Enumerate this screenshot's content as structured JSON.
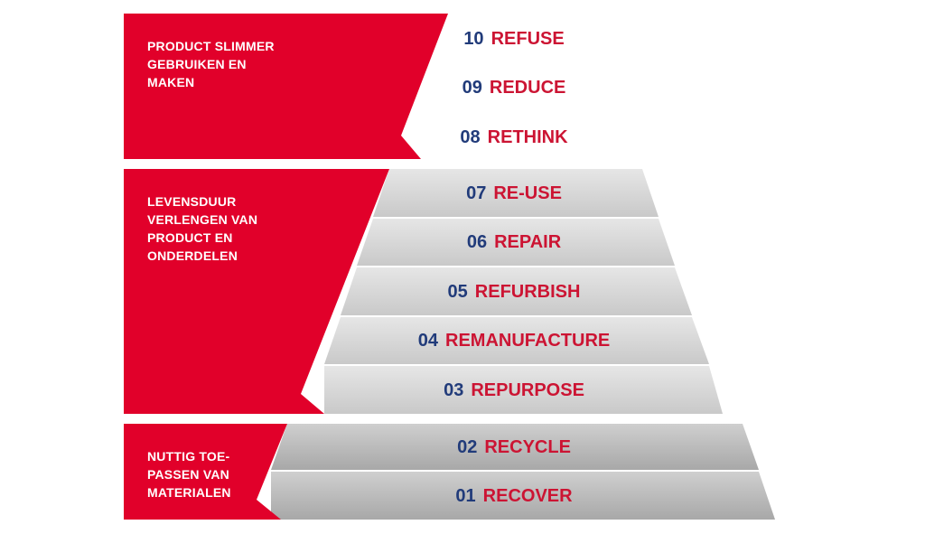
{
  "colors": {
    "red": "#e1002a",
    "navy": "#213b7a",
    "label_red": "#cc1433"
  },
  "groups": [
    {
      "label_lines": [
        "PRODUCT SLIMMER",
        "GEBRUIKEN EN",
        "MAKEN"
      ]
    },
    {
      "label_lines": [
        "LEVENSDUUR",
        "VERLENGEN VAN",
        "PRODUCT EN",
        "ONDERDELEN"
      ]
    },
    {
      "label_lines": [
        "NUTTIG TOE-",
        "PASSEN VAN",
        "MATERIALEN"
      ]
    }
  ],
  "levels": [
    {
      "number": "10",
      "name": "REFUSE"
    },
    {
      "number": "09",
      "name": "REDUCE"
    },
    {
      "number": "08",
      "name": "RETHINK"
    },
    {
      "number": "07",
      "name": "RE-USE"
    },
    {
      "number": "06",
      "name": "REPAIR"
    },
    {
      "number": "05",
      "name": "REFURBISH"
    },
    {
      "number": "04",
      "name": "REMANUFACTURE"
    },
    {
      "number": "03",
      "name": "REPURPOSE"
    },
    {
      "number": "02",
      "name": "RECYCLE"
    },
    {
      "number": "01",
      "name": "RECOVER"
    }
  ]
}
